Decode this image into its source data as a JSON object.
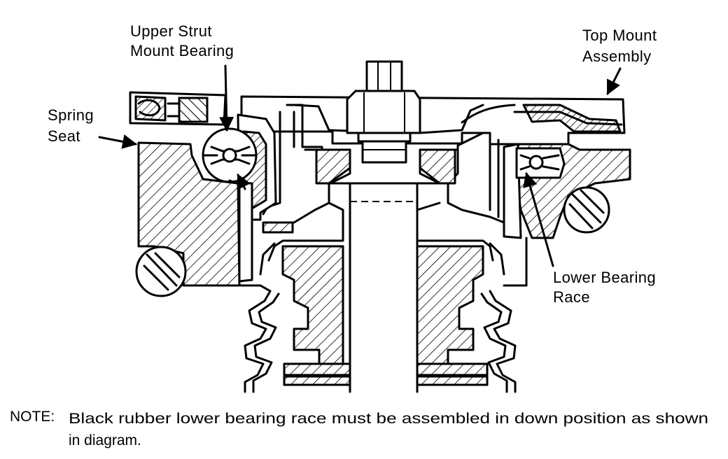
{
  "labels": {
    "upper_strut_mount_bearing": [
      "Upper Strut",
      "Mount Bearing"
    ],
    "top_mount_assembly": [
      "Top Mount",
      "Assembly"
    ],
    "spring_seat": [
      "Spring",
      "Seat"
    ],
    "lower_bearing_race": [
      "Lower Bearing",
      "Race"
    ]
  },
  "note": {
    "prefix": "NOTE:",
    "line1": "Black rubber lower bearing race must be assembled in down position as shown",
    "line2": "in diagram."
  }
}
